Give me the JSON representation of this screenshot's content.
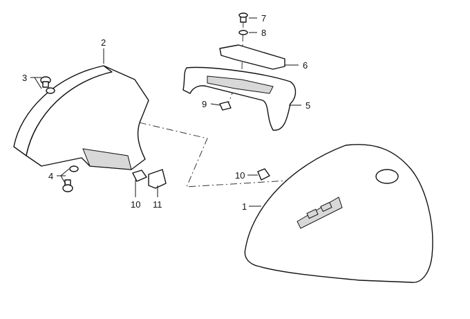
{
  "diagram": {
    "callouts": [
      {
        "id": "1",
        "text": "1"
      },
      {
        "id": "2",
        "text": "2"
      },
      {
        "id": "3",
        "text": "3"
      },
      {
        "id": "4",
        "text": "4"
      },
      {
        "id": "5",
        "text": "5"
      },
      {
        "id": "6",
        "text": "6"
      },
      {
        "id": "7",
        "text": "7"
      },
      {
        "id": "8",
        "text": "8"
      },
      {
        "id": "9",
        "text": "9"
      },
      {
        "id": "10a",
        "text": "10"
      },
      {
        "id": "10b",
        "text": "10"
      },
      {
        "id": "11",
        "text": "11"
      }
    ]
  }
}
